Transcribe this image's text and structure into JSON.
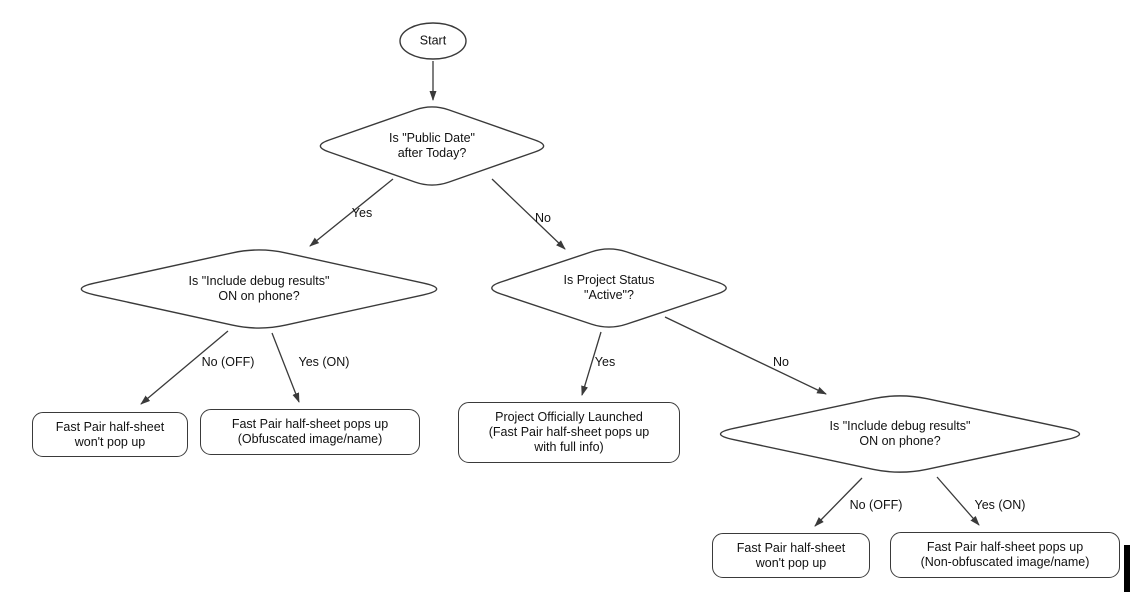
{
  "flowchart": {
    "start": {
      "label": "Start"
    },
    "decisions": {
      "public_date": {
        "label": "Is \"Public Date\"\nafter Today?"
      },
      "debug_left": {
        "label": "Is \"Include debug results\"\nON on phone?"
      },
      "project_status": {
        "label": "Is Project Status\n\"Active\"?"
      },
      "debug_right": {
        "label": "Is \"Include debug results\"\nON on phone?"
      }
    },
    "outcomes": {
      "no_popup_left": {
        "label": "Fast Pair half-sheet\nwon't pop up"
      },
      "obfuscated": {
        "label": "Fast Pair half-sheet pops up\n(Obfuscated image/name)"
      },
      "launched": {
        "label": "Project Officially Launched\n(Fast Pair half-sheet pops up\nwith full info)"
      },
      "no_popup_right": {
        "label": "Fast Pair half-sheet\nwon't pop up"
      },
      "non_obfuscated": {
        "label": "Fast Pair half-sheet pops up\n(Non-obfuscated image/name)"
      }
    },
    "edge_labels": {
      "yes_left": "Yes",
      "no_right": "No",
      "no_off_left": "No (OFF)",
      "yes_on_left": "Yes (ON)",
      "yes_mid": "Yes",
      "no_mid": "No",
      "no_off_right": "No (OFF)",
      "yes_on_right": "Yes (ON)"
    },
    "colors": {
      "stroke": "#3a3a3a",
      "text": "#111111",
      "background": "#ffffff"
    }
  }
}
